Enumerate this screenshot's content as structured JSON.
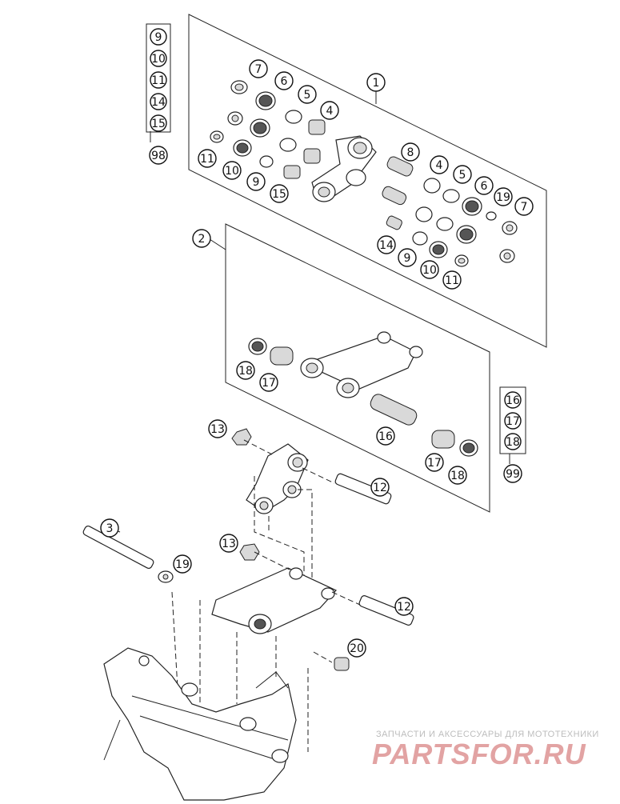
{
  "diagram": {
    "callouts": {
      "c1": "1",
      "c2": "2",
      "c3": "3",
      "c4a": "4",
      "c4b": "4",
      "c5a": "5",
      "c5b": "5",
      "c6a": "6",
      "c6b": "6",
      "c7a": "7",
      "c7b": "7",
      "c8": "8",
      "c9a": "9",
      "c9b": "9",
      "c10a": "10",
      "c10b": "10",
      "c11a": "11",
      "c11b": "11",
      "c12a": "12",
      "c12b": "12",
      "c13a": "13",
      "c13b": "13",
      "c14": "14",
      "c15": "15",
      "c16": "16",
      "c17a": "17",
      "c17b": "17",
      "c18a": "18",
      "c18b": "18",
      "c19a": "19",
      "c19b": "19",
      "c20": "20"
    },
    "kit_98": {
      "items": [
        "9",
        "10",
        "11",
        "14",
        "15"
      ],
      "label": "98"
    },
    "kit_99": {
      "items": [
        "16",
        "17",
        "18"
      ],
      "label": "99"
    }
  },
  "watermark": {
    "tagline": "ЗАПЧАСТИ И АКСЕССУАРЫ ДЛЯ МОТОТЕХНИКИ",
    "logo": "PARTSFOR.RU",
    "color": "#e2a3a3"
  }
}
